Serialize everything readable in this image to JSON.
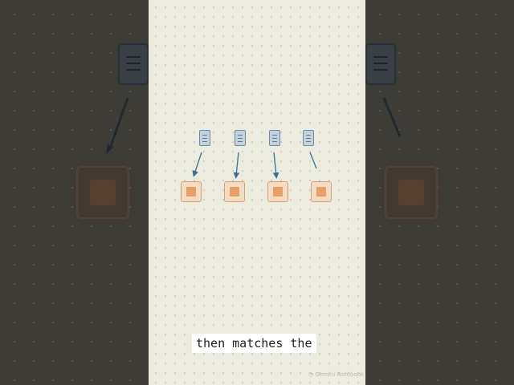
{
  "caption": "then matches the",
  "watermark": "Gemini Notebook",
  "colors": {
    "page_background": "#ecebdf",
    "side_background": "#3e3c37",
    "document": "#c3d1dd",
    "document_border": "#6f8aa1",
    "arrow": "#3d6f96",
    "chip": "#f2ddc4",
    "chip_core": "#e8a066"
  },
  "diagram": {
    "document_icon": "document-icon",
    "chip_icon": "chip-icon",
    "pair_count": 4
  }
}
